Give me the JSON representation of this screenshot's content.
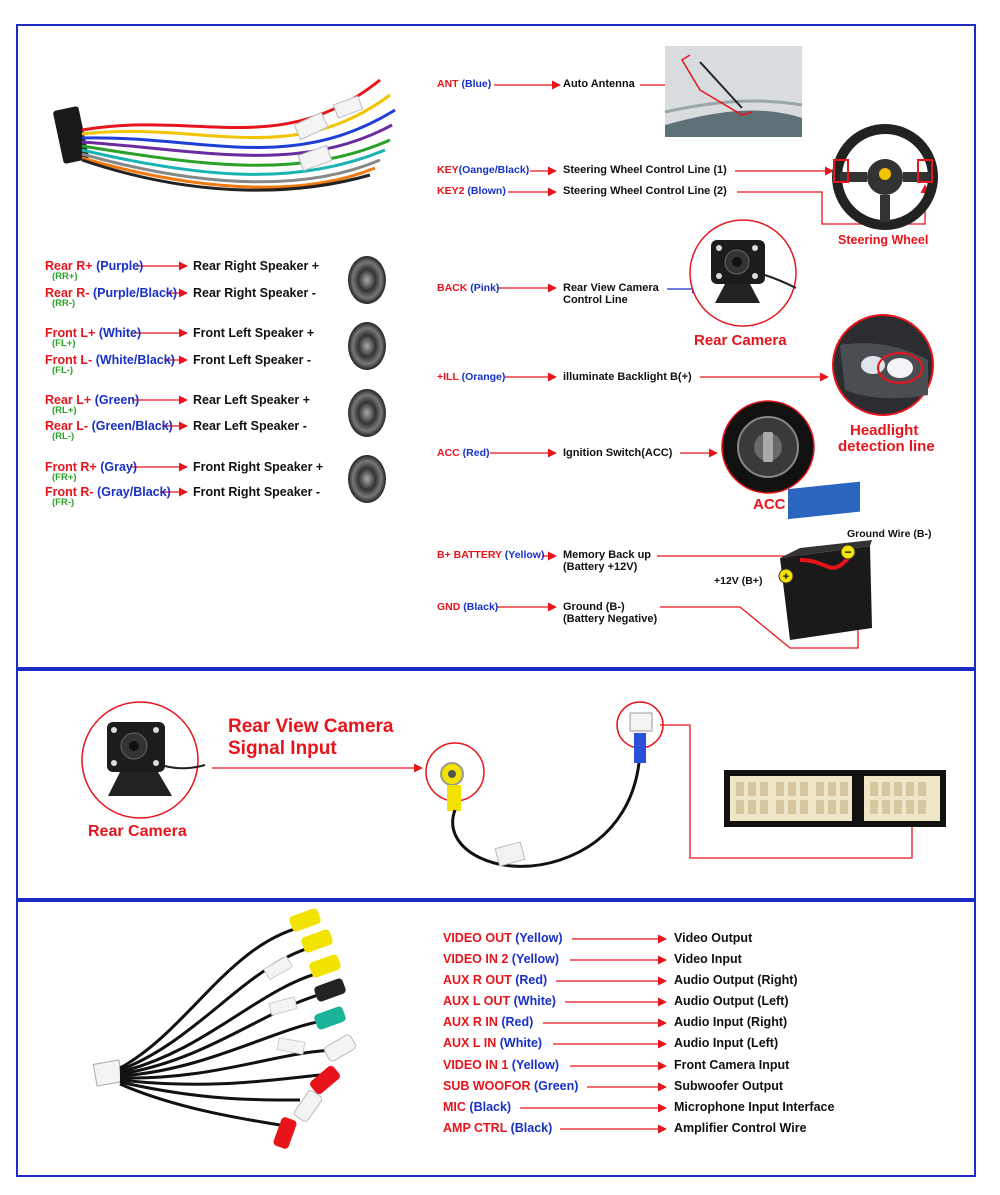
{
  "top": {
    "speakers": [
      {
        "name": "Rear R+",
        "color": "(Purple)",
        "code": "(RR+)",
        "desc": "Rear Right Speaker +"
      },
      {
        "name": "Rear R-",
        "color": "(Purple/Black)",
        "code": "(RR-)",
        "desc": "Rear Right Speaker -"
      },
      {
        "name": "Front L+",
        "color": "(White)",
        "code": "(FL+)",
        "desc": "Front Left Speaker +"
      },
      {
        "name": "Front L-",
        "color": "(White/Black)",
        "code": "(FL-)",
        "desc": "Front Left Speaker -"
      },
      {
        "name": "Rear L+",
        "color": "(Green)",
        "code": "(RL+)",
        "desc": "Rear Left Speaker +"
      },
      {
        "name": "Rear L-",
        "color": "(Green/Black)",
        "code": "(RL-)",
        "desc": "Rear Left Speaker -"
      },
      {
        "name": "Front R+",
        "color": "(Gray)",
        "code": "(FR+)",
        "desc": "Front Right Speaker +"
      },
      {
        "name": "Front R-",
        "color": "(Gray/Black)",
        "code": "(FR-)",
        "desc": "Front Right Speaker -"
      }
    ],
    "ant": {
      "name": "ANT",
      "color": "(Blue)",
      "desc": "Auto Antenna"
    },
    "key": {
      "name": "KEY",
      "color": "(Oange/Black)",
      "desc": "Steering Wheel Control Line (1)"
    },
    "key2": {
      "name": "KEY2",
      "color": "(Blown)",
      "desc": "Steering Wheel Control Line (2)"
    },
    "steering_caption": "Steering Wheel",
    "back": {
      "name": "BACK",
      "color": "(Pink)",
      "desc1": "Rear View Camera",
      "desc2": "Control Line"
    },
    "rear_camera_caption": "Rear Camera",
    "ill": {
      "name": "+ILL",
      "color": "(Orange)",
      "desc": "illuminate Backlight B(+)"
    },
    "headlight_caption1": "Headlight",
    "headlight_caption2": "detection line",
    "acc": {
      "name": "ACC",
      "color": "(Red)",
      "desc": "Ignition Switch(ACC)"
    },
    "acc_caption": "ACC",
    "battery": {
      "name": "B+ BATTERY",
      "color": "(Yellow)",
      "desc1": "Memory Back up",
      "desc2": "(Battery +12V)"
    },
    "gnd": {
      "name": "GND",
      "color": "(Black)",
      "desc1": "Ground (B-)",
      "desc2": "(Battery Negative)"
    },
    "ground_wire": "Ground Wire (B-)",
    "plus12": "+12V  (B+)"
  },
  "middle": {
    "title1": "Rear View Camera",
    "title2": "Signal Input",
    "rear_camera_caption": "Rear Camera"
  },
  "bottom": {
    "rows": [
      {
        "name": "VIDEO OUT",
        "color": "(Yellow)",
        "desc": "Video Output"
      },
      {
        "name": "VIDEO IN 2",
        "color": "(Yellow)",
        "desc": "Video Input"
      },
      {
        "name": "AUX R OUT",
        "color": "(Red)",
        "desc": "Audio Output (Right)"
      },
      {
        "name": "AUX L OUT",
        "color": "(White)",
        "desc": "Audio Output (Left)"
      },
      {
        "name": "AUX R IN",
        "color": "(Red)",
        "desc": "Audio Input (Right)"
      },
      {
        "name": "AUX L IN",
        "color": "(White)",
        "desc": "Audio Input (Left)"
      },
      {
        "name": "VIDEO IN 1",
        "color": "(Yellow)",
        "desc": "Front Camera Input"
      },
      {
        "name": "SUB WOOFOR",
        "color": "(Green)",
        "desc": "Subwoofer Output"
      },
      {
        "name": "MIC",
        "color": "(Black)",
        "desc": "Microphone Input Interface"
      },
      {
        "name": "AMP CTRL",
        "color": "(Black)",
        "desc": "Amplifier Control Wire"
      }
    ]
  }
}
